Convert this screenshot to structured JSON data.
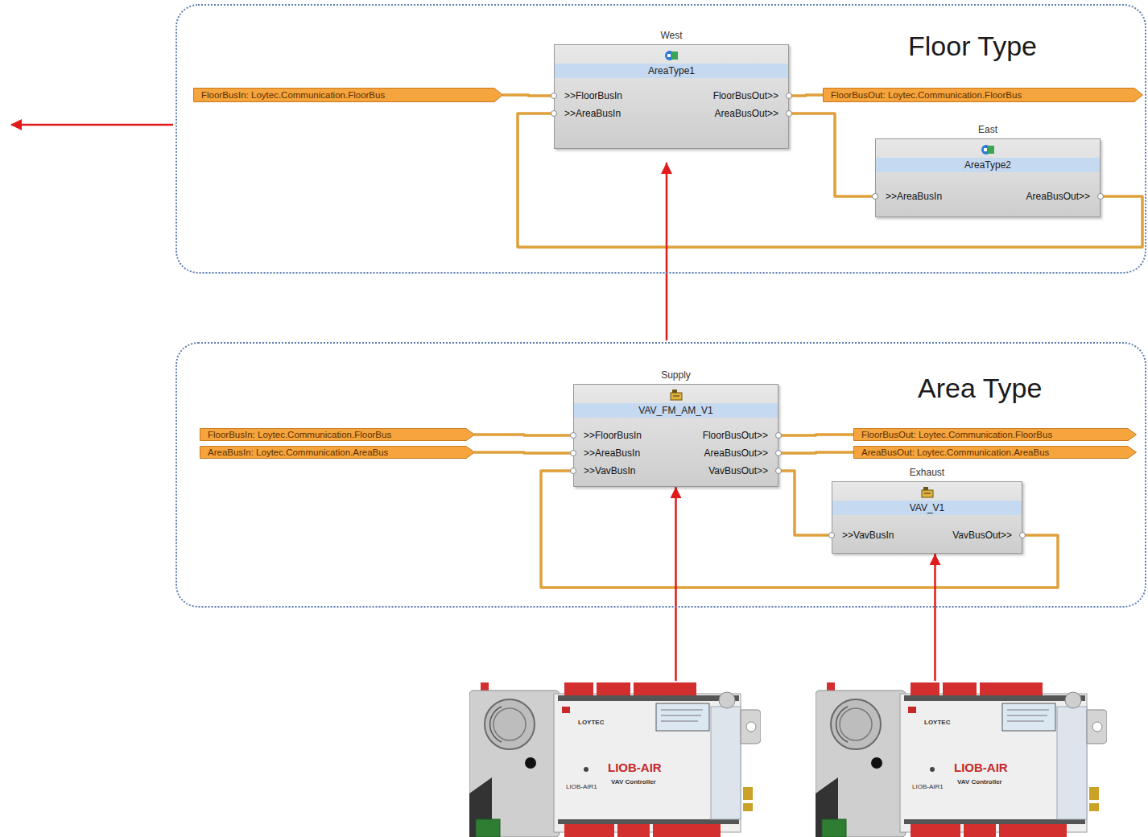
{
  "diagram": {
    "nodes": [
      {
        "text": [
          "Floor Type"
        ]
      },
      {
        "text": [
          "FloorBusIn: Loytec.Communication.FloorBus"
        ],
        "in": 0
      },
      {
        "text": [
          "West",
          "AreaType1",
          ">>FloorBusIn",
          "FloorBusOut>>",
          ">>AreaBusIn",
          "AreaBusOut>>"
        ],
        "in": 0
      },
      {
        "text": [
          "FloorBusOut: Loytec.Communication.FloorBus"
        ],
        "in": 0
      },
      {
        "text": [
          "East",
          "AreaType2",
          ">>AreaBusIn",
          "AreaBusOut>>"
        ],
        "in": 0
      },
      {
        "text": [
          "Area Type"
        ]
      },
      {
        "text": [
          "FloorBusIn: Loytec.Communication.FloorBus"
        ],
        "in": 5
      },
      {
        "text": [
          "AreaBusIn: Loytec.Communication.AreaBus"
        ],
        "in": 5
      },
      {
        "text": [
          "Supply",
          "VAV_FM_AM_V1",
          ">>FloorBusIn",
          "FloorBusOut>>",
          ">>AreaBusIn",
          "AreaBusOut>>",
          ">>VavBusIn",
          "VavBusOut>>"
        ],
        "in": 5
      },
      {
        "text": [
          "FloorBusOut: Loytec.Communication.FloorBus"
        ],
        "in": 5
      },
      {
        "text": [
          "AreaBusOut: Loytec.Communication.AreaBus"
        ],
        "in": 5
      },
      {
        "text": [
          "Exhaust",
          "VAV_V1",
          ">>VavBusIn",
          "VavBusOut>>"
        ],
        "in": 5
      },
      {
        "text": [
          "LOYTEC",
          "LIOB-AIR1",
          "LIOB-AIR",
          "VAV Controller"
        ]
      },
      {
        "text": [
          "LOYTEC",
          "LIOB-AIR1",
          "LIOB-AIR",
          "VAV Controller"
        ]
      }
    ],
    "edges": [
      {
        "from": 1,
        "to": 2,
        "arrow": "none"
      },
      {
        "from": 2,
        "to": 3,
        "arrow": "none"
      },
      {
        "from": 2,
        "to": 4,
        "arrow": "none"
      },
      {
        "from": 4,
        "to": 2,
        "arrow": "none"
      },
      {
        "from": 6,
        "to": 8,
        "arrow": "none"
      },
      {
        "from": 7,
        "to": 8,
        "arrow": "none"
      },
      {
        "from": 8,
        "to": 9,
        "arrow": "none"
      },
      {
        "from": 8,
        "to": 10,
        "arrow": "none"
      },
      {
        "from": 8,
        "to": 11,
        "arrow": "none"
      },
      {
        "from": 11,
        "to": 8,
        "arrow": "none"
      },
      {
        "from": 12,
        "to": 8,
        "arrow": "to"
      },
      {
        "from": 13,
        "to": 11,
        "arrow": "to"
      },
      {
        "from": 5,
        "to": 2,
        "arrow": "to"
      }
    ]
  }
}
